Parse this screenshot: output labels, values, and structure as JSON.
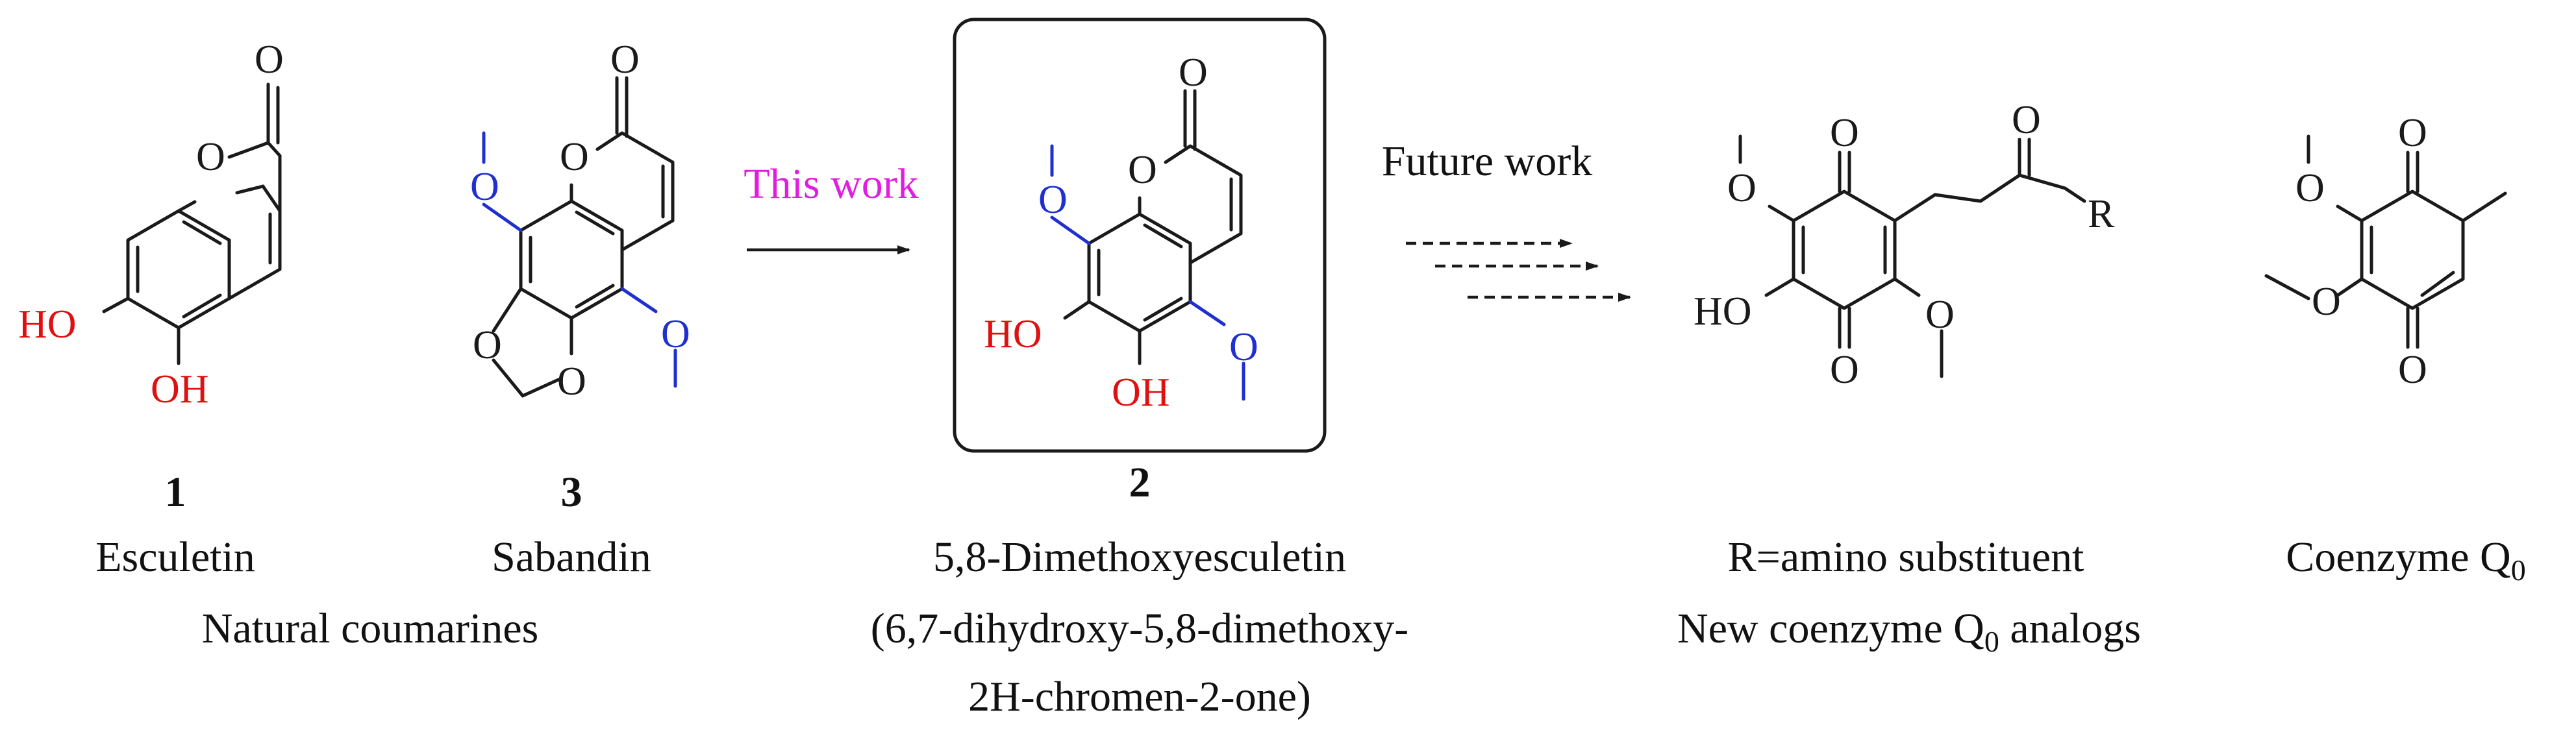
{
  "compounds": {
    "esculetin": {
      "number": "1",
      "name": "Esculetin",
      "atoms": {
        "ring_o": "O",
        "carbonyl_o": "O",
        "ho": "HO",
        "oh": "OH"
      }
    },
    "sabandin": {
      "number": "3",
      "name": "Sabandin",
      "atoms": {
        "ring_o": "O",
        "carbonyl_o": "O",
        "methoxy_o1": "O",
        "methoxy_o2": "O",
        "dioxole_o1": "O",
        "dioxole_o2": "O"
      }
    },
    "dimethoxyesculetin": {
      "number": "2",
      "name": "5,8-Dimethoxyesculetin",
      "iupac_line1": "(6,7-dihydroxy-5,8-dimethoxy-",
      "iupac_line2": "2H-chromen-2-one)",
      "atoms": {
        "ring_o": "O",
        "carbonyl_o": "O",
        "methoxy_o1": "O",
        "methoxy_o2": "O",
        "ho": "HO",
        "oh": "OH"
      }
    },
    "analog": {
      "caption_line1": "R=amino substituent",
      "caption_line2_prefix": "New coenzyme Q",
      "caption_line2_sub": "0",
      "caption_line2_suffix": " analogs",
      "atoms": {
        "quinone_o1": "O",
        "quinone_o2": "O",
        "methoxy_o1": "O",
        "methoxy_o2": "O",
        "ketone_o": "O",
        "r_group": "R",
        "ho": "HO"
      }
    },
    "coq0": {
      "name_prefix": "Coenzyme Q",
      "name_sub": "0",
      "atoms": {
        "quinone_o1": "O",
        "quinone_o2": "O",
        "methoxy_o1": "O",
        "methoxy_o2": "O"
      }
    }
  },
  "group_label": "Natural coumarines",
  "arrows": {
    "this_work": "This work",
    "future_work": "Future work"
  },
  "colors": {
    "hydroxyl": "#e01010",
    "methoxy": "#1f2fd0",
    "highlight": "#e01ee0",
    "ink": "#1a1a1a"
  }
}
